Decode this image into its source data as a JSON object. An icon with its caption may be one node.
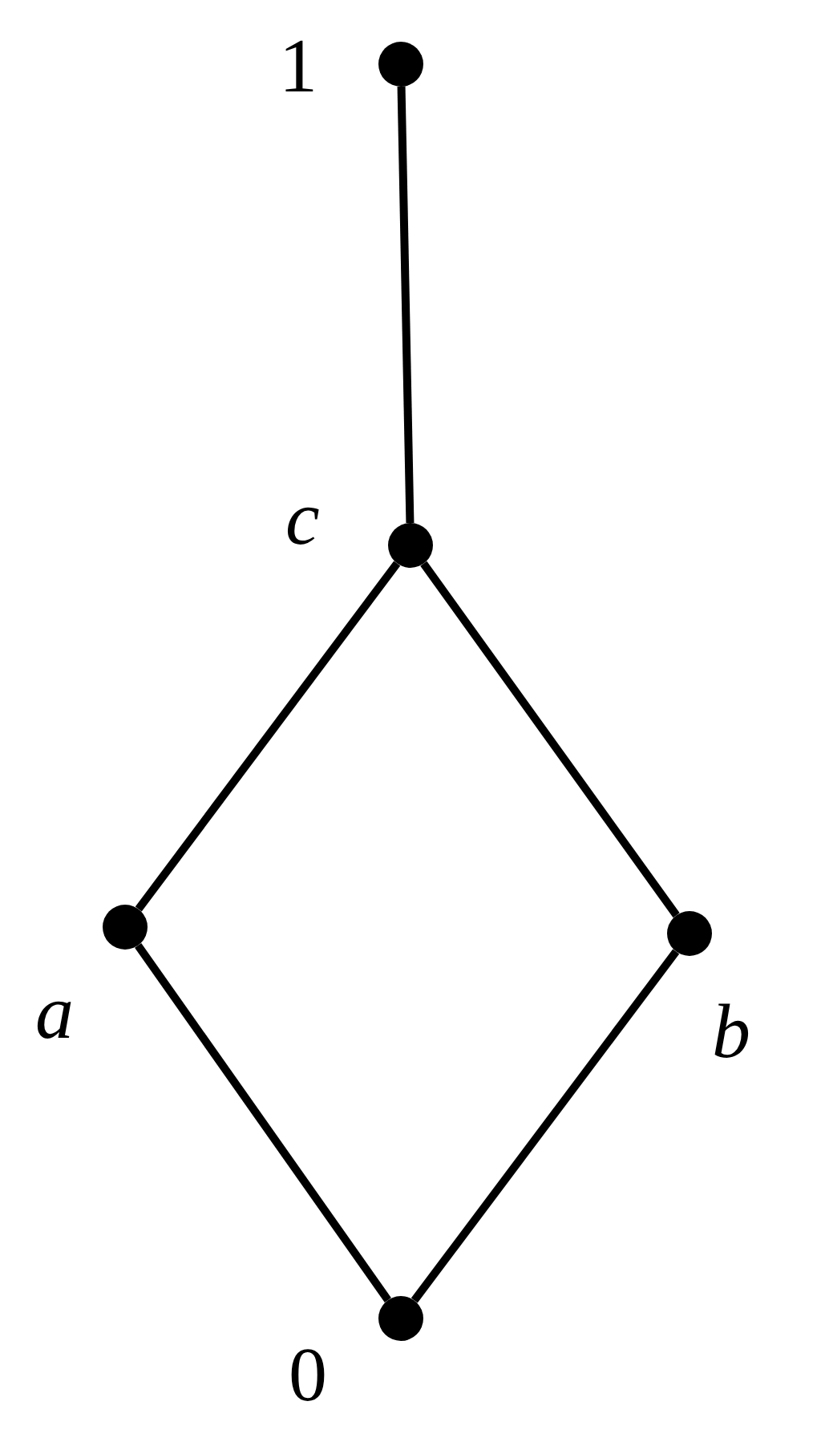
{
  "diagram": {
    "nodes": [
      {
        "text": [],
        "shape": "circle",
        "beside": [
          "1"
        ]
      },
      {
        "text": [],
        "shape": "circle",
        "beside": [
          "c"
        ]
      },
      {
        "text": [],
        "shape": "circle",
        "beside": [
          "a"
        ]
      },
      {
        "text": [],
        "shape": "circle",
        "beside": [
          "b"
        ]
      },
      {
        "text": [],
        "shape": "circle",
        "beside": [
          "0"
        ]
      }
    ],
    "edges": [
      {
        "from": 0,
        "to": 1,
        "arrow": "none"
      },
      {
        "from": 1,
        "to": 2,
        "arrow": "none"
      },
      {
        "from": 1,
        "to": 3,
        "arrow": "none"
      },
      {
        "from": 2,
        "to": 4,
        "arrow": "none"
      },
      {
        "from": 3,
        "to": 4,
        "arrow": "none"
      }
    ]
  }
}
